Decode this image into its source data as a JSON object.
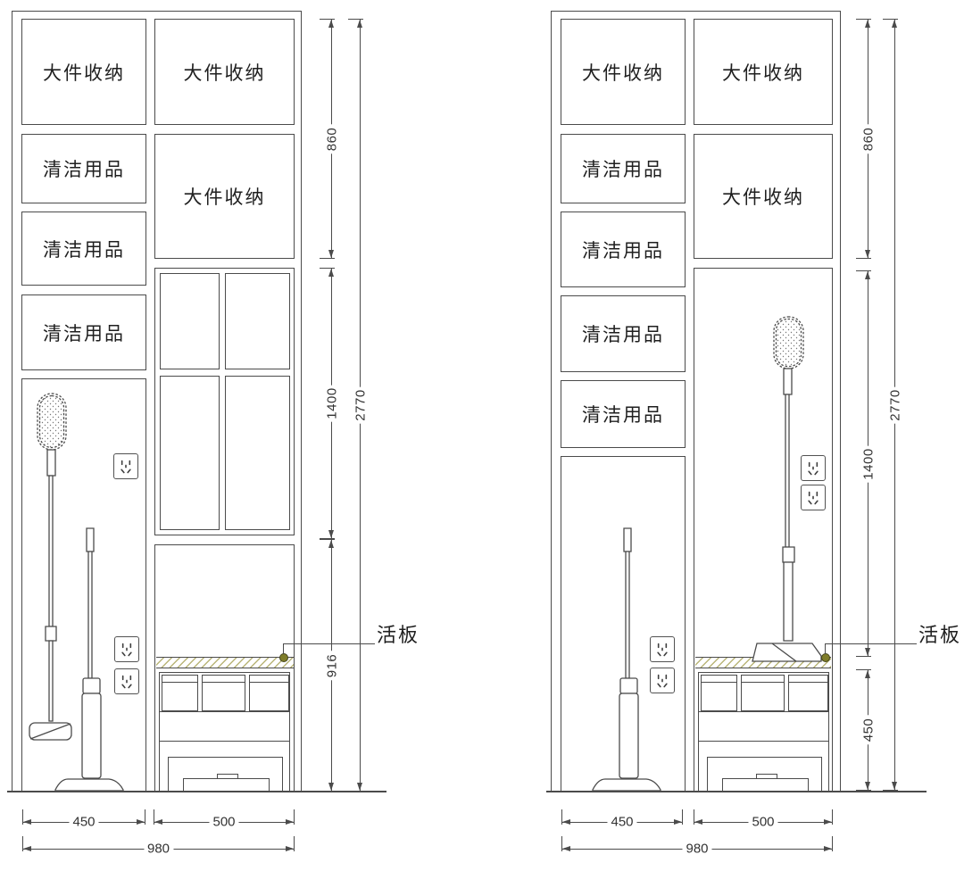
{
  "drawing_type": "storage cabinet elevation drawings",
  "labels": {
    "large_item_storage": "大件收纳",
    "cleaning_supplies": "清洁用品",
    "flap_shelf": "活板"
  },
  "left_elevation": {
    "column1_compartments": [
      "大件收纳",
      "清洁用品",
      "清洁用品",
      "清洁用品"
    ],
    "column2_compartments": [
      "大件收纳",
      "大件收纳"
    ],
    "vertical_dimensions": [
      "860",
      "1400",
      "916",
      "2770"
    ],
    "horizontal_dimensions": [
      "450",
      "500",
      "980"
    ],
    "callout": "活板"
  },
  "right_elevation": {
    "column1_compartments": [
      "大件收纳",
      "清洁用品",
      "清洁用品",
      "清洁用品",
      "清洁用品"
    ],
    "column2_compartments": [
      "大件收纳",
      "大件收纳"
    ],
    "vertical_dimensions": [
      "860",
      "1400",
      "450",
      "2770"
    ],
    "horizontal_dimensions": [
      "450",
      "500",
      "980"
    ],
    "callout": "活板"
  },
  "icons": {
    "outlet": "power-outlet",
    "flap_marker": "flap-position-dot"
  },
  "colors": {
    "line": "#4b4b4b",
    "text": "#1f1f1f",
    "dimension_text": "#333333",
    "hatch": "#b9b578",
    "flap_dot_fill": "#7f7d2a",
    "flap_dot_border": "#45451c",
    "background": "#ffffff"
  }
}
